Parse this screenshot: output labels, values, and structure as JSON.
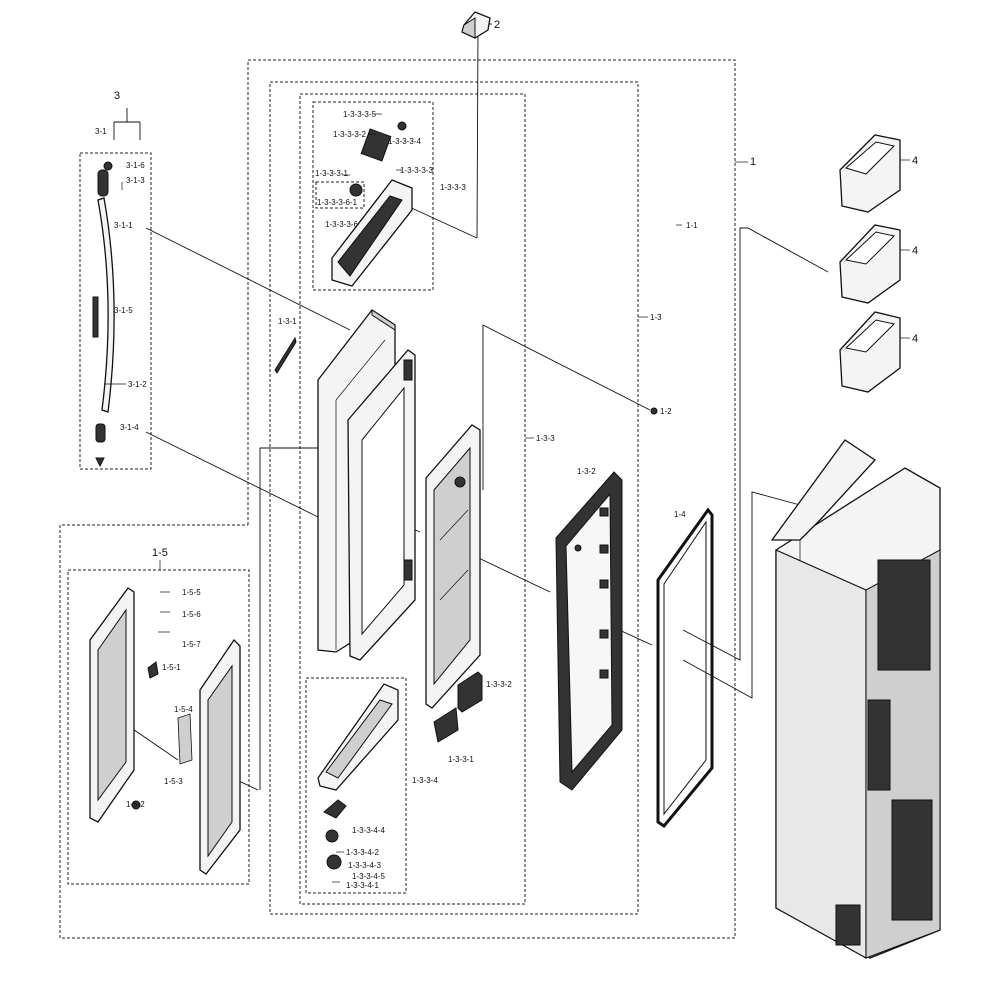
{
  "labels": {
    "l_2": "2",
    "l_1": "1",
    "l_1_1": "1-1",
    "l_1_2": "1-2",
    "l_1_3": "1-3",
    "l_1_3_1": "1-3-1",
    "l_1_3_2": "1-3-2",
    "l_1_3_3": "1-3-3",
    "l_1_4": "1-4",
    "l_1_5": "1-5",
    "l_1_5_1": "1-5-1",
    "l_1_5_2": "1-5-2",
    "l_1_5_3": "1-5-3",
    "l_1_5_4": "1-5-4",
    "l_1_5_5": "1-5-5",
    "l_1_5_6": "1-5-6",
    "l_1_5_7": "1-5-7",
    "l_1_3_3_1": "1-3-3-1",
    "l_1_3_3_2": "1-3-3-2",
    "l_1_3_3_3": "1-3-3-3",
    "l_1_3_3_4": "1-3-3-4",
    "l_1_3_3_3_1": "1-3-3-3-1",
    "l_1_3_3_3_2": "1-3-3-3-2",
    "l_1_3_3_3_3": "1-3-3-3-3",
    "l_1_3_3_3_4": "1-3-3-3-4",
    "l_1_3_3_3_5": "1-3-3-3-5",
    "l_1_3_3_3_6": "1-3-3-3-6",
    "l_1_3_3_3_6_1": "1-3-3-3-6-1",
    "l_1_3_3_4_1": "1-3-3-4-1",
    "l_1_3_3_4_2": "1-3-3-4-2",
    "l_1_3_3_4_3": "1-3-3-4-3",
    "l_1_3_3_4_4": "1-3-3-4-4",
    "l_1_3_3_4_5": "1-3-3-4-5",
    "l_3": "3",
    "l_3_1": "3-1",
    "l_3_1_1": "3-1-1",
    "l_3_1_2": "3-1-2",
    "l_3_1_3": "3-1-3",
    "l_3_1_4": "3-1-4",
    "l_3_1_5": "3-1-5",
    "l_3_1_6": "3-1-6",
    "l_4a": "4",
    "l_4b": "4",
    "l_4c": "4"
  }
}
